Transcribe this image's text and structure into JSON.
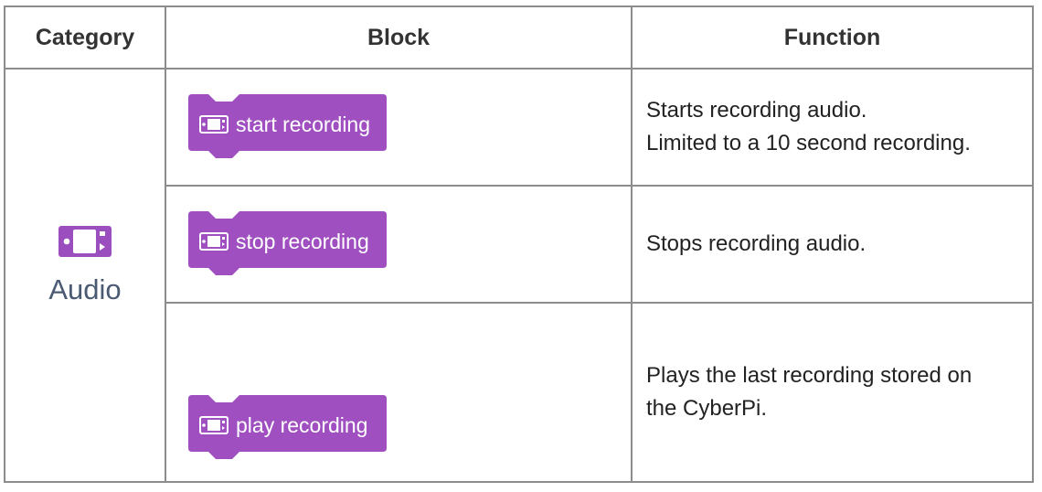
{
  "headers": {
    "category": "Category",
    "block": "Block",
    "function": "Function"
  },
  "category": {
    "label": "Audio",
    "icon": "cyberpi-device-icon",
    "color": "#9b4fbf"
  },
  "colors": {
    "block": "#a04fc0",
    "icon": "#ffffff",
    "grid": "#8c8c8c",
    "category_text": "#4a5a72"
  },
  "rows": [
    {
      "block_label": "start recording",
      "function_lines": [
        "Starts recording audio.",
        "Limited to a 10 second recording."
      ]
    },
    {
      "block_label": "stop recording",
      "function_lines": [
        "Stops recording audio."
      ]
    },
    {
      "block_label": "play recording",
      "function_lines": [
        "Plays the last recording stored on",
        "the CyberPi."
      ]
    }
  ]
}
